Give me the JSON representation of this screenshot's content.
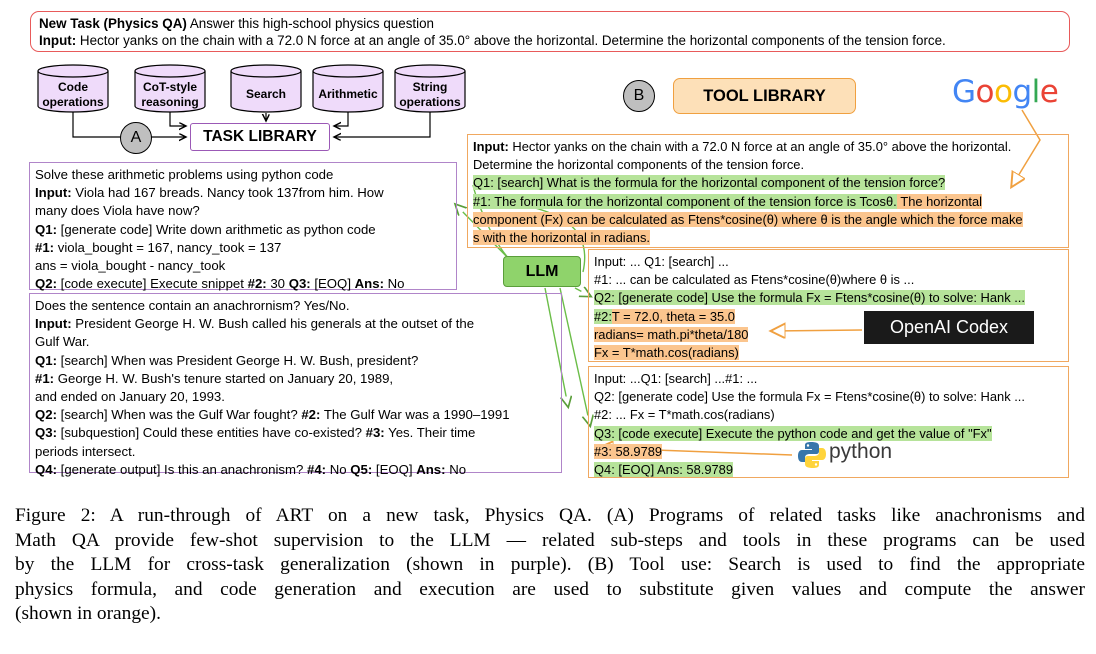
{
  "task": {
    "title": "New Task (Physics QA)",
    "title_rest": "Answer this high-school physics question",
    "input_label": "Input:",
    "input_text": "Hector yanks on the chain with a 72.0 N force at an angle of 35.0° above the horizontal. Determine the horizontal components of the tension force."
  },
  "cylinders": [
    {
      "line1": "Code",
      "line2": "operations"
    },
    {
      "line1": "CoT-style",
      "line2": "reasoning"
    },
    {
      "line1": "Search",
      "line2": ""
    },
    {
      "line1": "Arithmetic",
      "line2": ""
    },
    {
      "line1": "String",
      "line2": "operations"
    }
  ],
  "task_library": "TASK LIBRARY",
  "circle_a": "A",
  "circle_b": "B",
  "tool_library": "TOOL LIBRARY",
  "google": "Google",
  "llm": "LLM",
  "codex": "OpenAI Codex",
  "python": "python",
  "colors": {
    "purple": "#b085c9",
    "orange": "#f0a860",
    "green_hl": "#b6e39a",
    "orange_hl": "#fbc58e",
    "task_border": "#e85a5a"
  },
  "math_box": {
    "l1": "Solve these arithmetic problems using python code",
    "l2_label": "Input:",
    "l2_text": "Viola had 167 breads. Nancy took 137from him. How",
    "l3": "many does Viola have now?",
    "l4_label": "Q1:",
    "l4_text": "[generate code] Write down arithmetic as python code",
    "l5_label": "#1:",
    "l5_text": "viola_bought = 167, nancy_took = 137",
    "l6": "ans = viola_bought - nancy_took",
    "l7_label": "Q2:",
    "l7_text": "[code execute] Execute snippet",
    "l7_b2": "#2:",
    "l7_t2": "30",
    "l7_b3": "Q3:",
    "l7_t3": "[EOQ]",
    "l7_b4": "Ans:",
    "l7_t4": "No"
  },
  "anachronism_box": {
    "l1": "Does the sentence contain an anachrornism? Yes/No.",
    "l2_label": "Input:",
    "l2_text": "President George H. W. Bush called his generals at the outset of the",
    "l3": "Gulf War.",
    "l4_label": "Q1:",
    "l4_text": "[search] When was President George H. W. Bush, president?",
    "l5_label": "#1:",
    "l5_text": "George H. W. Bush's tenure started on January 20, 1989,",
    "l6": "and ended on January 20, 1993.",
    "l7_label": "Q2:",
    "l7_text": "[search] When was the Gulf War fought?",
    "l7_b2": "#2:",
    "l7_t2": "The Gulf War was a 1990–1991",
    "l8_label": "Q3:",
    "l8_text": "[subquestion] Could these entities have co-existed?",
    "l8_b2": "#3:",
    "l8_t2": "Yes. Their time",
    "l9": "periods intersect.",
    "l10_label": "Q4:",
    "l10_text": "[generate output] Is this an anachronism?",
    "l10_b2": "#4:",
    "l10_t2": "No",
    "l10_b3": "Q5:",
    "l10_t3": "[EOQ]",
    "l10_b4": "Ans:",
    "l10_t4": "No"
  },
  "physics_box1": {
    "l1_label": "Input:",
    "l1_text": "Hector yanks on the chain with a 72.0 N force at an angle of 35.0° above the horizontal.",
    "l2": "Determine the horizontal components of the tension force.",
    "l3": "Q1: [search] What is the formula for the horizontal component of the tension force?",
    "l4_g": "#1: The formula for the horizontal component of the tension force is Tcosθ.",
    "l4_o": " The horizontal",
    "l5": "component (Fx) can be calculated as Ftens*cosine(θ) where θ is the angle which the force make",
    "l6": "s with the horizontal in radians."
  },
  "physics_box2": {
    "l1": "Input: ... Q1: [search] ...",
    "l2": "#1: ... can be calculated as Ftens*cosine(θ)where θ is ...",
    "l3": "Q2: [generate code] Use the formula Fx = Ftens*cosine(θ) to solve: Hank ...",
    "l4_g": "#2:",
    "l4_o": "T = 72.0, theta = 35.0",
    "l5": "radians= math.pi*theta/180",
    "l6": "Fx = T*math.cos(radians)"
  },
  "physics_box3": {
    "l1": "Input: ...Q1: [search] ...#1: ...",
    "l2": "Q2: [generate code] Use the formula Fx = Ftens*cosine(θ) to solve: Hank ...",
    "l3": "#2: ... Fx = T*math.cos(radians)",
    "l4": "Q3: [code execute] Execute the python code and get the value of \"Fx\"",
    "l5": "#3: 58.9789",
    "l6": "Q4: [EOQ] Ans: 58.9789"
  },
  "caption": {
    "l1": "Figure 2: A run-through of ART on a new task, Physics QA. (A) Programs of related tasks like anachronisms and",
    "l2": "Math QA provide few-shot supervision to the LLM — related sub-steps and tools in these programs can be used",
    "l3": "by the LLM for cross-task generalization (shown in purple). (B) Tool use: Search is used to find the appropriate",
    "l4": "physics formula, and code generation and execution are used to substitute given values and compute the answer",
    "l5": "(shown in orange)."
  }
}
